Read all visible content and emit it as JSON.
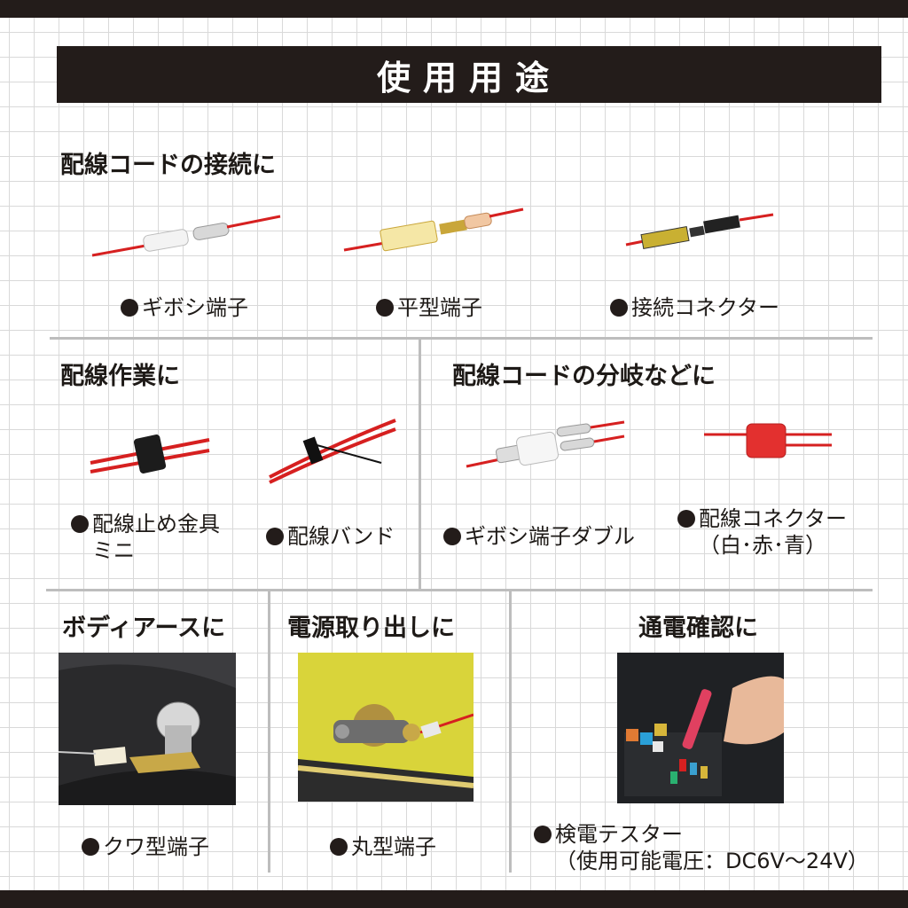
{
  "page": {
    "title": "使用用途"
  },
  "sections": {
    "connect": {
      "heading": "配線コードの接続に",
      "items": [
        {
          "label": "ギボシ端子"
        },
        {
          "label": "平型端子"
        },
        {
          "label": "接続コネクター"
        }
      ]
    },
    "wiring": {
      "heading": "配線作業に",
      "items": [
        {
          "label": "配線止め金具",
          "sub": "ミニ"
        },
        {
          "label": "配線バンド"
        }
      ]
    },
    "branch": {
      "heading": "配線コードの分岐などに",
      "items": [
        {
          "label": "ギボシ端子ダブル"
        },
        {
          "label": "配線コネクター",
          "sub": "（白･赤･青）"
        }
      ]
    },
    "body": {
      "heading": "ボディアースに",
      "items": [
        {
          "label": "クワ型端子"
        }
      ]
    },
    "power": {
      "heading": "電源取り出しに",
      "items": [
        {
          "label": "丸型端子"
        }
      ]
    },
    "test": {
      "heading": "通電確認に",
      "items": [
        {
          "label": "検電テスター",
          "sub": "（使用可能電圧：DC6V～24V）"
        }
      ]
    }
  },
  "colors": {
    "banner": "#231c1a",
    "wire": "#d62020",
    "grid": "#d9d9d9"
  }
}
